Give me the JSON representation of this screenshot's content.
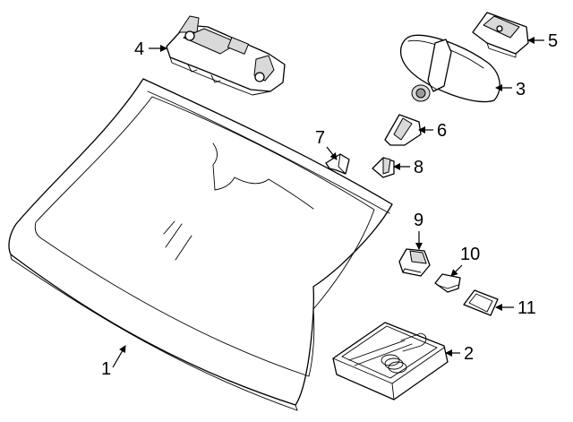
{
  "diagram": {
    "callouts": [
      {
        "id": "c1",
        "label": "1"
      },
      {
        "id": "c2",
        "label": "2"
      },
      {
        "id": "c3",
        "label": "3"
      },
      {
        "id": "c4",
        "label": "4"
      },
      {
        "id": "c5",
        "label": "5"
      },
      {
        "id": "c6",
        "label": "6"
      },
      {
        "id": "c7",
        "label": "7"
      },
      {
        "id": "c8",
        "label": "8"
      },
      {
        "id": "c9",
        "label": "9"
      },
      {
        "id": "c10",
        "label": "10"
      },
      {
        "id": "c11",
        "label": "11"
      }
    ]
  },
  "colors": {
    "line": "#000000",
    "background": "#ffffff",
    "shade": "#d9d9d9"
  }
}
